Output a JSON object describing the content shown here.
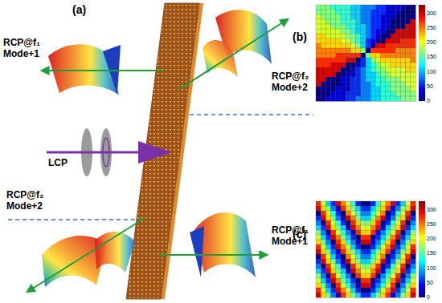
{
  "diagram": {
    "labels": [
      "(a)",
      "RCP@f₁ Mode+1",
      "LCP",
      "RCP@f₂ Mode+2",
      "RCP@f₂ Mode+2",
      "RCP@f₁ Mode+1",
      "(b)",
      "300",
      "250",
      "200",
      "150",
      "100",
      "50",
      "0",
      "(c)",
      "300",
      "250",
      "200",
      "150",
      "100",
      "50",
      "0"
    ]
  }
}
